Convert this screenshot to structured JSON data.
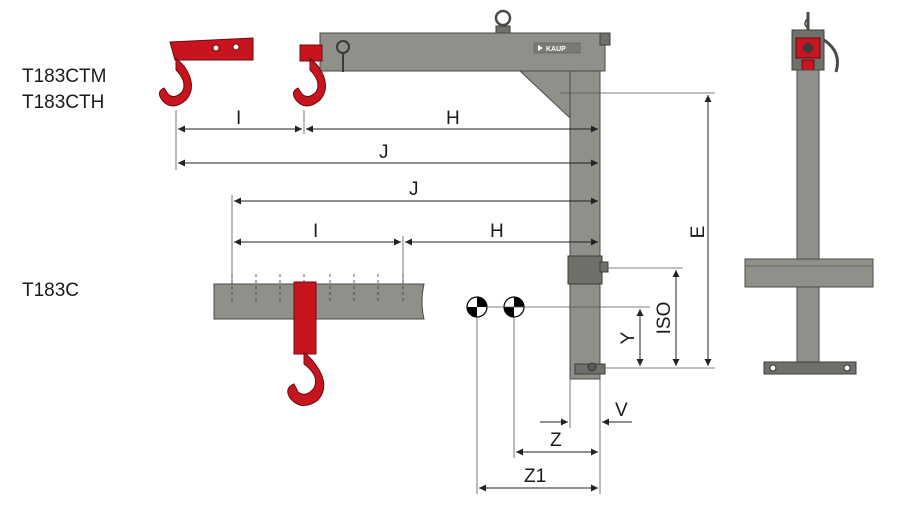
{
  "models": {
    "ctm": "T183CTM",
    "cth": "T183CTH",
    "c": "T183C"
  },
  "logo": {
    "text": "KAUP"
  },
  "dimensions": {
    "top_i": "I",
    "top_h": "H",
    "top_j": "J",
    "mid_j": "J",
    "mid_i": "I",
    "mid_h": "H",
    "e": "E",
    "iso": "ISO",
    "y": "Y",
    "v": "V",
    "z": "Z",
    "z1": "Z1"
  },
  "colors": {
    "steel": "#8f9089",
    "steel_dark": "#6f706a",
    "hook_red": "#c8141e",
    "line": "#222222"
  }
}
